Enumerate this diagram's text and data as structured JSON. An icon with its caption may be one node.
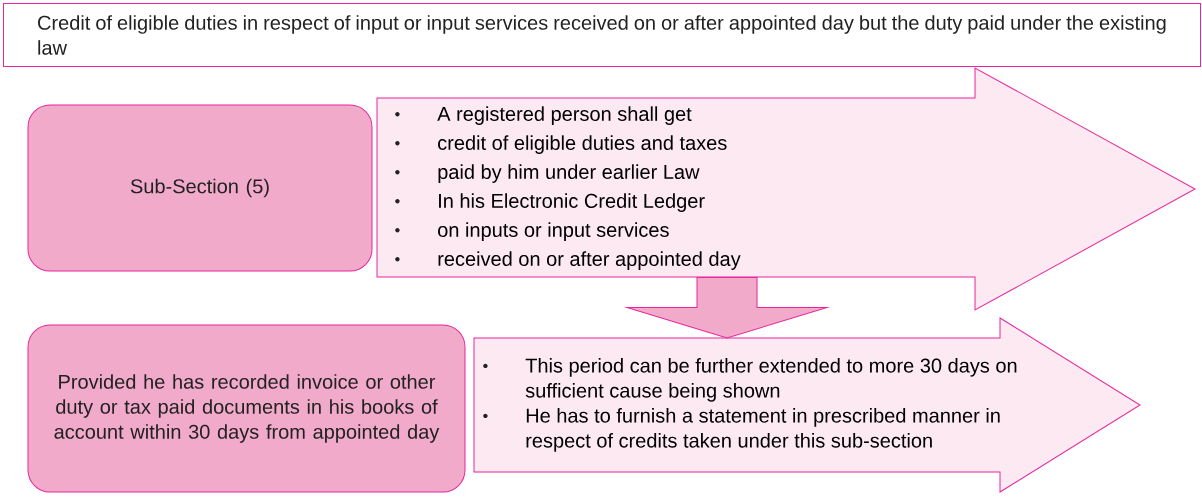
{
  "diagram": {
    "nodes": [
      {
        "text": [
          "Credit of eligible duties in respect of input or input services received on or after appointed day but the duty paid under the existing law"
        ]
      },
      {
        "text": [
          "Sub-Section (5)"
        ]
      },
      {
        "text": [
          "A registered person shall get",
          "credit of eligible duties and taxes",
          "paid by him under earlier Law",
          "In his Electronic Credit Ledger",
          "on inputs or input services",
          "received on or after appointed day"
        ]
      },
      {
        "text": [
          "Provided he has recorded invoice or other duty or tax paid documents in his books of account within 30 days from appointed day"
        ]
      },
      {
        "text": [
          "This period can be further extended to more 30 days on sufficient cause being shown",
          "He has to furnish a statement in prescribed manner in respect of credits taken under this sub-section"
        ]
      }
    ],
    "edges": [
      {
        "from": 2,
        "to": 4,
        "arrow": "to"
      }
    ]
  }
}
